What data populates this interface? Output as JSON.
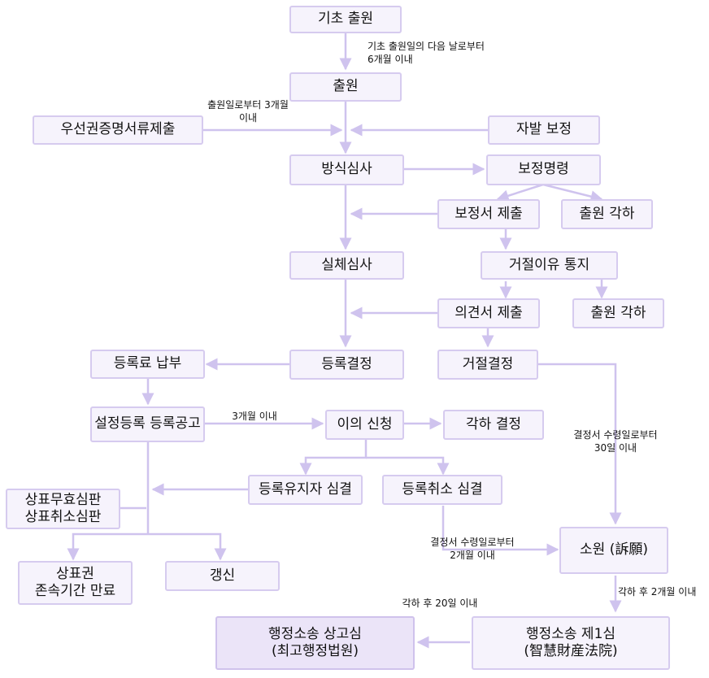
{
  "nodes": {
    "basic_filing": "기초 출원",
    "filing": "출원",
    "priority_docs": "우선권증명서류제출",
    "voluntary_amend": "자발 보정",
    "formal_exam": "방식심사",
    "amend_order": "보정명령",
    "amend_submit": "보정서 제출",
    "dismiss_1": "출원 각하",
    "substantive_exam": "실체심사",
    "rejection_notice": "거절이유 통지",
    "opinion_submit": "의견서 제출",
    "dismiss_2": "출원 각하",
    "registration_decision": "등록결정",
    "rejection_decision": "거절결정",
    "fee_payment": "등록료 납부",
    "publication": "설정등록 등록공고",
    "opposition": "이의 신청",
    "dismiss_decision": "각하 결정",
    "registration_maintained": "등록유지자 심결",
    "registration_cancelled": "등록취소 심결",
    "invalidation_line1": "상표무효심판",
    "invalidation_line2": "상표취소심판",
    "term_expiry_line1": "상표권",
    "term_expiry_line2": "존속기간 만료",
    "renewal": "갱신",
    "appeal": "소원 (訴願)",
    "admin_first_line1": "행정소송 제1심",
    "admin_first_line2": "(智慧財産法院)",
    "admin_supreme_line1": "행정소송 상고심",
    "admin_supreme_line2": "(최고행정법원)"
  },
  "annotations": {
    "after_basic_line1": "기초 출원일의 다음 날로부터",
    "after_basic_line2": "6개월 이내",
    "priority_line1": "출원일로부터 3개월",
    "priority_line2": "이내",
    "publication_window": "3개월 이내",
    "rejection_receipt_line1": "결정서 수령일로부터",
    "rejection_receipt_line2": "30일 이내",
    "cancel_receipt_line1": "결정서 수령일로부터",
    "cancel_receipt_line2": "2개월 이내",
    "first_to_supreme": "각하 후 20일 이내",
    "appeal_to_first": "각하 후 2개월 이내"
  },
  "colors": {
    "node_fill": "#f6f3fc",
    "node_border": "#d6cbef",
    "highlight_fill": "#ebe4f8",
    "connector": "#cfc3ee"
  }
}
